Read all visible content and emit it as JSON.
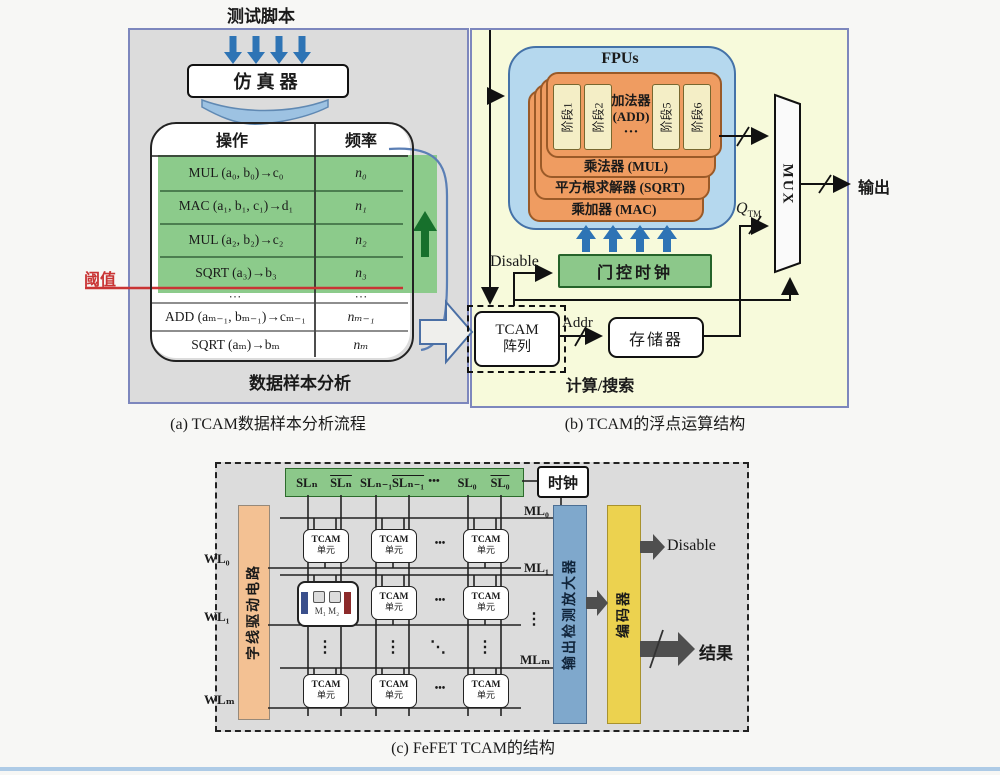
{
  "captions": {
    "a": "(a) TCAM数据样本分析流程",
    "b": "(b) TCAM的浮点运算结构",
    "c": "(c) FeFET TCAM的结构"
  },
  "panel_a": {
    "title": "测试脚本",
    "simulator": "仿真器",
    "table": {
      "header_op": "操作",
      "header_freq": "频率",
      "rows_highlighted": [
        {
          "op": "MUL (a₀, b₀)→c₀",
          "freq": "n₀"
        },
        {
          "op": "MAC (a₁, b₁, c₁)→d₁",
          "freq": "n₁"
        },
        {
          "op": "MUL (a₂, b₂)→c₂",
          "freq": "n₂"
        },
        {
          "op": "SQRT (a₃)→b₃",
          "freq": "n₃"
        }
      ],
      "ellipsis_op": "⋯",
      "ellipsis_freq": "⋯",
      "rows_normal": [
        {
          "op": "ADD (aₘ₋₁, bₘ₋₁)→cₘ₋₁",
          "freq": "nₘ₋₁"
        },
        {
          "op": "SQRT (aₘ)→bₘ",
          "freq": "nₘ"
        }
      ]
    },
    "threshold_label": "阈值",
    "footer": "数据样本分析"
  },
  "panel_b": {
    "fpus_label": "FPUs",
    "adder_line1": "加法器",
    "adder_line2": "(ADD)",
    "adder_dots": "···",
    "stages": [
      "阶段1",
      "阶段2",
      "阶段5",
      "阶段6"
    ],
    "stack_mul": "乘法器 (MUL)",
    "stack_sqrt": "平方根求解器 (SQRT)",
    "stack_mac": "乘加器 (MAC)",
    "mux_label": "MUX",
    "output_label": "输出",
    "disable_label": "Disable",
    "gated_clock": "门控时钟",
    "tcam_line1": "TCAM",
    "tcam_line2": "阵列",
    "addr_label": "Addr",
    "memory": "存储器",
    "q_label": "Q",
    "q_sub": "TM",
    "footer": "计算/搜索"
  },
  "panel_c": {
    "clock": "时钟",
    "sl_labels": [
      {
        "text": "SLₙ"
      },
      {
        "text": "SLₙ"
      },
      {
        "text": "SLₙ₋₁"
      },
      {
        "text": "SLₙ₋₁"
      },
      {
        "text": "•••"
      },
      {
        "text": "SL₀"
      },
      {
        "text": "SL₀"
      }
    ],
    "wl_driver": "字线驱动电路",
    "wl_labels": [
      "WL₀",
      "WL₁",
      "WLₘ"
    ],
    "ml_labels": [
      "ML₀",
      "ML₁",
      "MLₘ"
    ],
    "cell_line1": "TCAM",
    "cell_line2": "单元",
    "fefet_label": "M₁ M₂",
    "sense_amp": "输出检测放大器",
    "encoder": "编码器",
    "disable_label": "Disable",
    "result_label": "结果",
    "dots_v": "⋮",
    "dots_d": "⋱",
    "dots_h": "•••"
  },
  "colors": {
    "panel_border": "#7d87bd",
    "panel_a_bg": "#dcdcdc",
    "panel_b_bg": "#f7fadb",
    "highlight_green": "#8ccb8b",
    "threshold_red": "#c93434",
    "fpu_blue": "#b5d8ee",
    "card_orange": "#ef9c61",
    "clock_green": "#8cc88a",
    "driver_orange": "#f3c193",
    "amp_blue": "#7fa8cc",
    "encoder_yellow": "#ecd24f",
    "arrow_blue": "#2e74b5",
    "arrow_gray": "#4f4f4f",
    "arrow_dark_green": "#17702c"
  }
}
